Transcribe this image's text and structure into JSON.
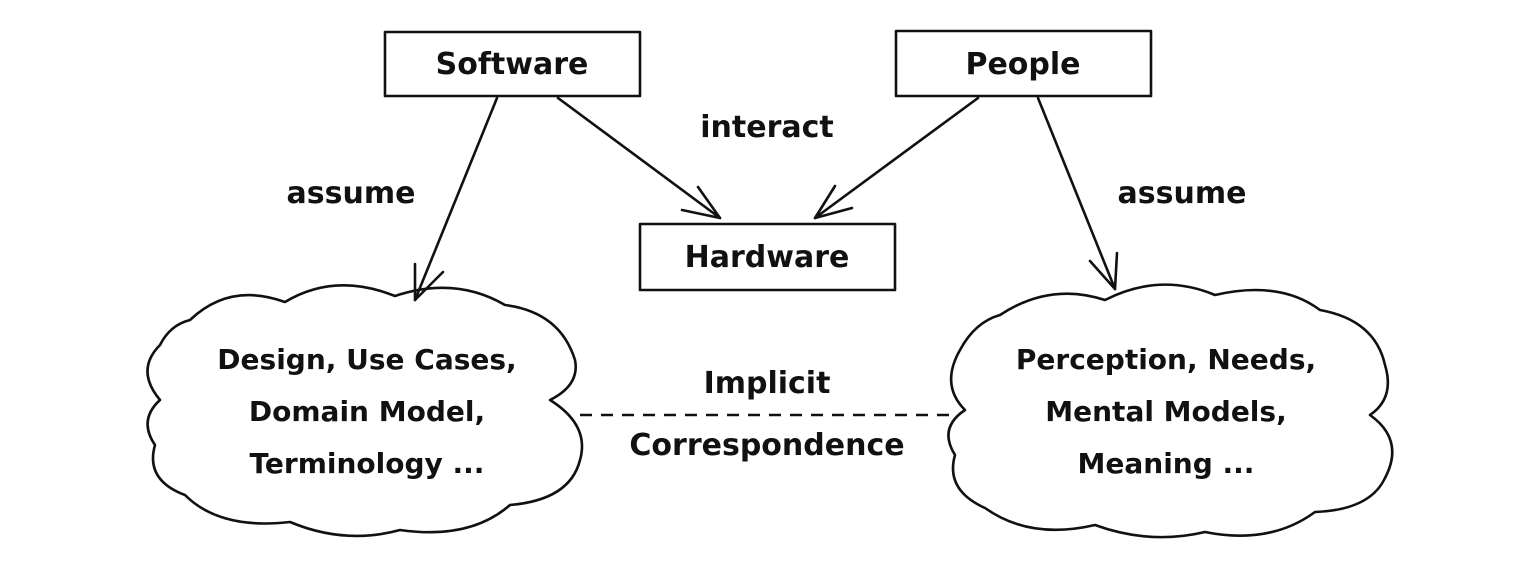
{
  "nodes": {
    "software": "Software",
    "people": "People",
    "hardware": "Hardware"
  },
  "edges": {
    "interact": "interact",
    "assume_left": "assume",
    "assume_right": "assume",
    "implicit_line1": "Implicit",
    "implicit_line2": "Correspondence"
  },
  "clouds": {
    "left": [
      "Design, Use Cases,",
      "Domain Model,",
      "Terminology ..."
    ],
    "right": [
      "Perception, Needs,",
      "Mental Models,",
      "Meaning ..."
    ]
  }
}
